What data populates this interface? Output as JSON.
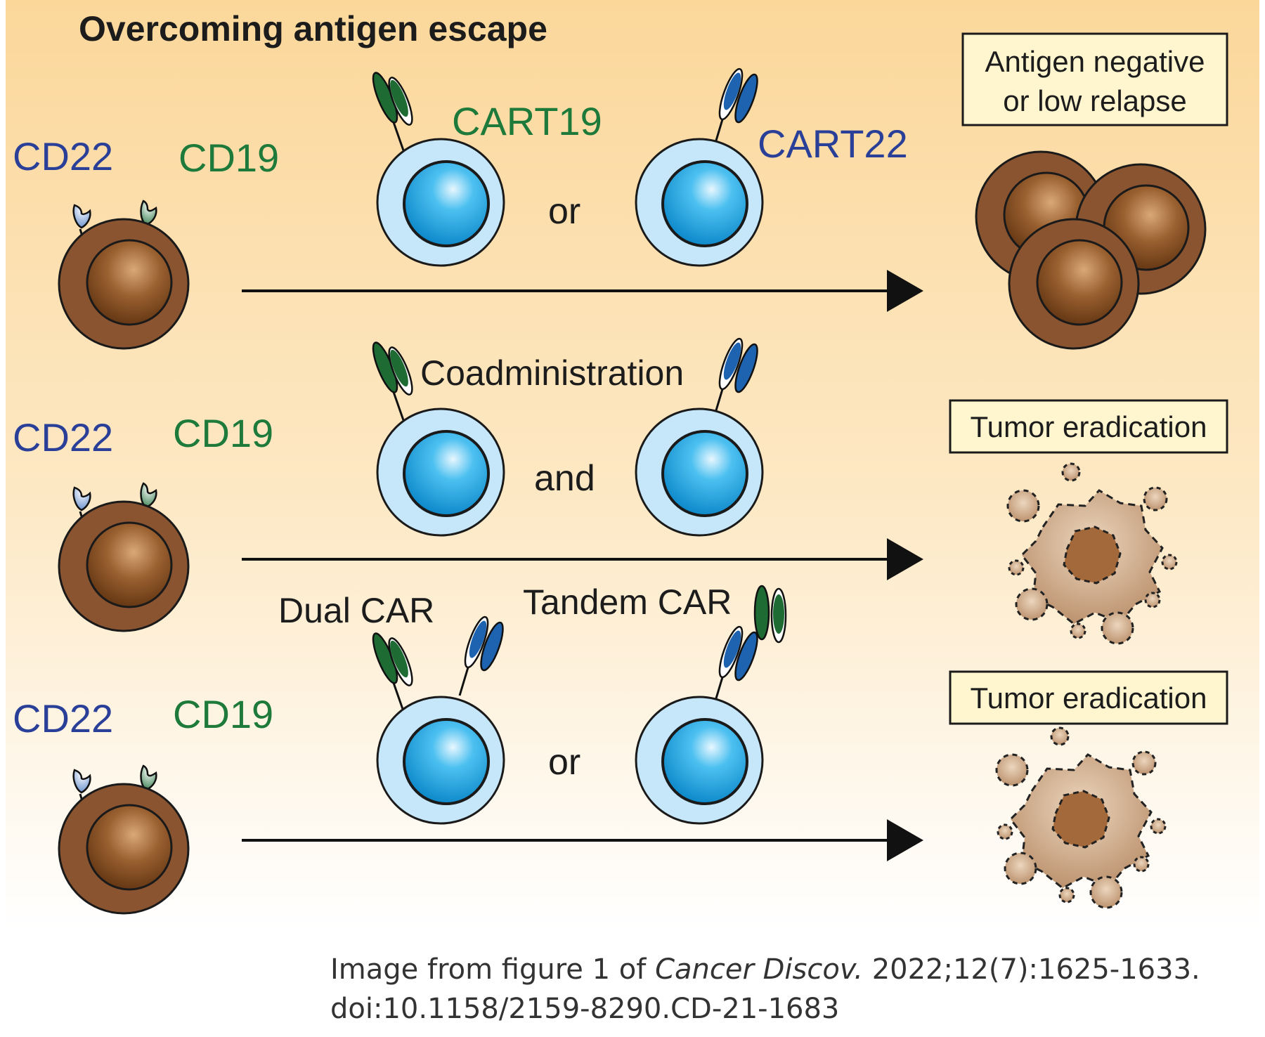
{
  "title": "Overcoming antigen escape",
  "colors": {
    "cd22": "#2a3f98",
    "cd19": "#1e7a3a",
    "car19_binder": "#1e6b34",
    "car22_binder": "#1e63b0",
    "tumor_outer": "#8a5430",
    "tumor_inner": "#6e3f18",
    "tcell_outer": "#c6e6fa",
    "tcell_inner": "#139ad6",
    "background_top": "#fbd79a",
    "background_bottom": "#ffffff"
  },
  "rows": [
    {
      "antigens": {
        "cd22": "CD22",
        "cd19": "CD19"
      },
      "car_label_left": "CART19",
      "car_label_right": "CART22",
      "connector": "or",
      "outcome": "Antigen negative or low relapse",
      "outcome_line1": "Antigen negative",
      "outcome_line2": "or low relapse"
    },
    {
      "antigens": {
        "cd22": "CD22",
        "cd19": "CD19"
      },
      "strategy": "Coadministration",
      "connector": "and",
      "outcome": "Tumor eradication"
    },
    {
      "antigens": {
        "cd22": "CD22",
        "cd19": "CD19"
      },
      "car_label_left": "Dual CAR",
      "car_label_right": "Tandem CAR",
      "connector": "or",
      "outcome": "Tumor eradication"
    }
  ],
  "citation": {
    "prefix": "Image from figure 1 of",
    "journal": "Cancer Discov.",
    "reference": "2022;12(7):1625-1633.",
    "doi": "doi:10.1158/2159-8290.CD-21-1683"
  }
}
